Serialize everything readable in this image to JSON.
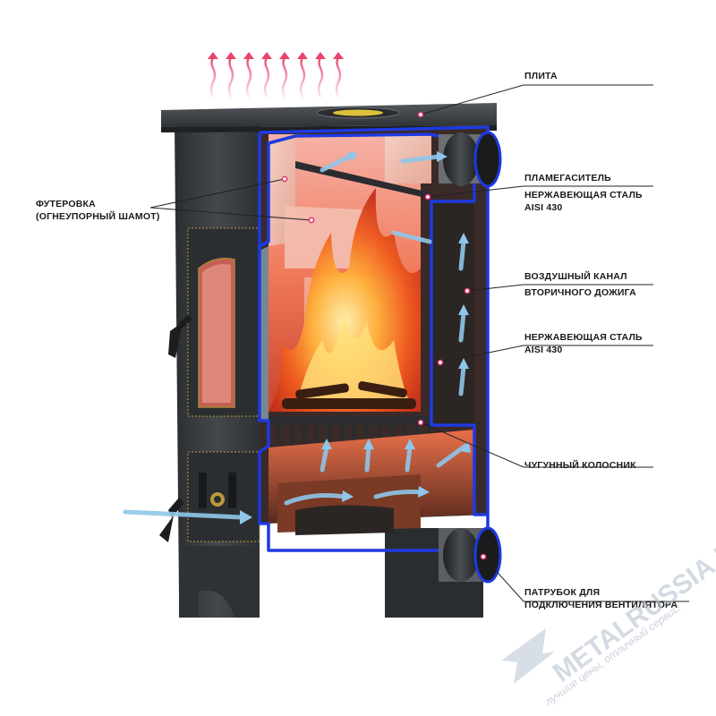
{
  "labels": {
    "plita": "ПЛИТА",
    "futerovka": "ФУТЕРОВКА",
    "futerovka_sub": "(ОГНЕУПОРНЫЙ ШАМОТ)",
    "plamegasitel": "ПЛАМЕГАСИТЕЛЬ",
    "plamegasitel_steel": "НЕРЖАВЕЮЩАЯ СТАЛЬ",
    "plamegasitel_grade": "AISI 430",
    "air_channel_1": "ВОЗДУШНЫЙ КАНАЛ",
    "air_channel_2": "ВТОРИЧНОГО ДОЖИГА",
    "steel": "НЕРЖАВЕЮЩАЯ СТАЛЬ",
    "steel_grade": "AISI 430",
    "grate": "ЧУГУННЫЙ КОЛОСНИК",
    "pipe_1": "ПАТРУБОК ДЛЯ",
    "pipe_2": "ПОДКЛЮЧЕНИЯ ВЕНТИЛЯТОРА"
  },
  "watermark": {
    "brand": "METALRUSSIA.RU",
    "slogan": "лучшие цены, отличный сервис!"
  },
  "colors": {
    "accent_blue": "#1e3ae0",
    "callout_dot": "#e0306a",
    "stove_body": "#3a3d40",
    "fire": "#ff7a1a",
    "heat_arrow": "#e8456a",
    "air_arrow": "#8fc6ea",
    "watermark": "#b8c2d0"
  },
  "icons": {
    "heat": "heat-wave-arrows-icon",
    "air": "airflow-arrow-icon",
    "logo": "metalrussia-logo-icon"
  }
}
